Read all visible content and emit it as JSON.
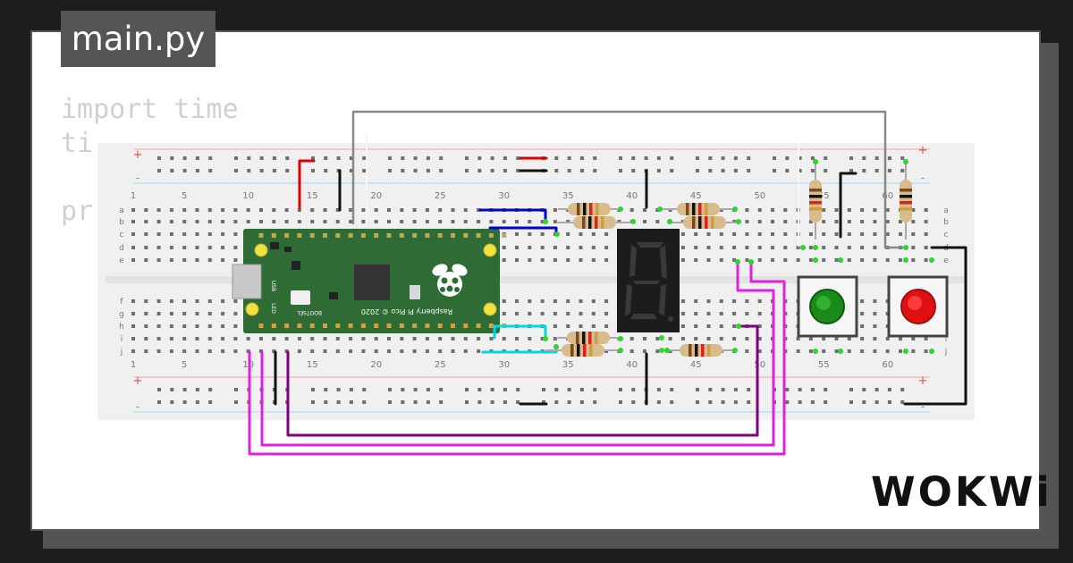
{
  "tab": {
    "filename": "main.py"
  },
  "editor": {
    "code_lines": [
      "import time",
      "ti",
      "",
      "pr"
    ]
  },
  "breadboard": {
    "rail_plus": "+",
    "rail_minus": "-",
    "row_letters_top": [
      "a",
      "b",
      "c",
      "d",
      "e"
    ],
    "row_letters_bottom": [
      "f",
      "g",
      "h",
      "i",
      "j"
    ],
    "column_numbers": [
      "1",
      "5",
      "10",
      "15",
      "20",
      "25",
      "30",
      "35",
      "40",
      "45",
      "50",
      "55",
      "60"
    ]
  },
  "pico": {
    "label": "Raspberry Pi Pico © 2020",
    "bootsel": "BOOTSEL",
    "usb": "USB",
    "led": "LED"
  },
  "buttons": [
    {
      "name": "green-pushbutton",
      "color": "#1a8a1a"
    },
    {
      "name": "red-pushbutton",
      "color": "#e01010"
    }
  ],
  "colors": {
    "wire_blue": "#0000d0",
    "wire_cyan": "#00d8e8",
    "wire_magenta": "#e020e0",
    "wire_purple": "#800080",
    "wire_gray": "#888888",
    "pico_green": "#2e6b35"
  },
  "brand": {
    "logo": "WOKWi"
  }
}
